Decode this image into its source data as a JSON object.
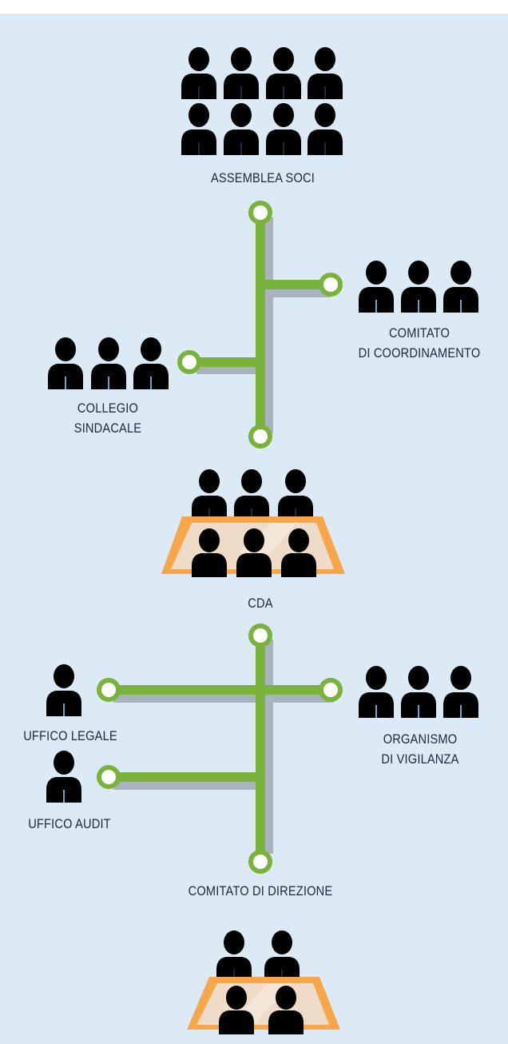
{
  "labels": {
    "assemblea": "ASSEMBLEA SOCI",
    "comitato_coord_1": "COMITATO",
    "comitato_coord_2": "DI COORDINAMENTO",
    "collegio_1": "COLLEGIO",
    "collegio_2": "SINDACALE",
    "cda": "CDA",
    "ufficio_legale": "UFFICO LEGALE",
    "ufficio_audit": "UFFICO AUDIT",
    "organismo_1": "ORGANISMO",
    "organismo_2": "DI VIGILANZA",
    "comitato_direzione": "COMITATO DI DIREZIONE"
  },
  "colors": {
    "background": "#dbeaf5",
    "connector": "#7ab33c",
    "connector_shadow": "#a9b3bd",
    "member_primary": "#f8a64a",
    "member_secondary": "#c0398a",
    "table": "#f8a64a",
    "table_top": "#efdcc8"
  },
  "icons": {
    "member": "person-icon",
    "meeting": "meeting-table-icon"
  }
}
